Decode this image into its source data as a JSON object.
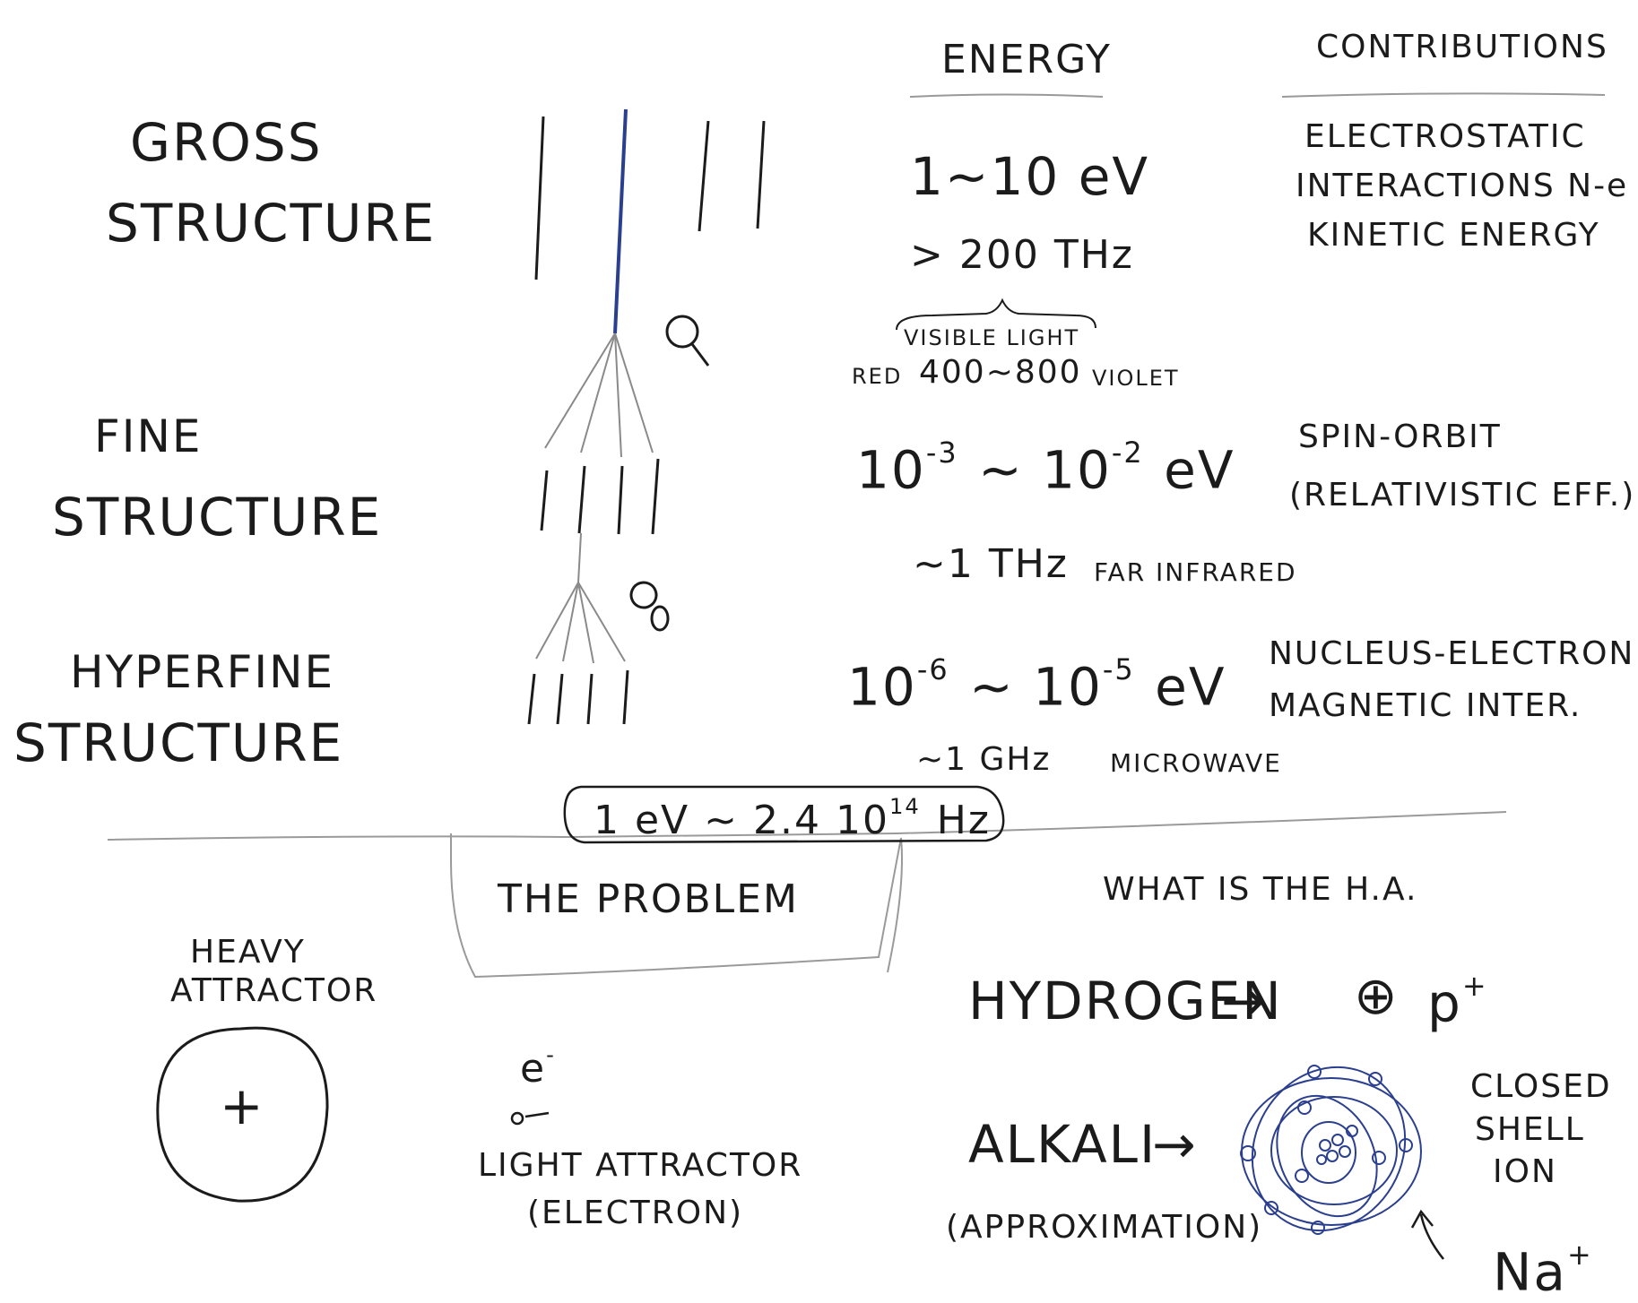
{
  "headers": {
    "energy": "ENERGY",
    "contributions": "CONTRIBUTIONS"
  },
  "levels": {
    "gross": {
      "line1": "GROSS",
      "line2": "STRUCTURE"
    },
    "fine": {
      "line1": "FINE",
      "line2": "STRUCTURE"
    },
    "hyperfine": {
      "line1": "HYPERFINE",
      "line2": "STRUCTURE"
    }
  },
  "energy": {
    "gross": {
      "range": "1~10 eV",
      "freq": "> 200 THz",
      "visible": "VISIBLE LIGHT",
      "red": "RED",
      "wavelength": "400~800",
      "violet": "VIOLET"
    },
    "fine": {
      "base1": "10",
      "exp1": "-3",
      "sep": "~",
      "base2": "10",
      "exp2": "-2",
      "unit": "eV",
      "freq": "~1 THz",
      "band": "FAR INFRARED"
    },
    "hyperfine": {
      "base1": "10",
      "exp1": "-6",
      "sep": "~",
      "base2": "10",
      "exp2": "-5",
      "unit": "eV",
      "freq": "~1 GHz",
      "band": "MICROWAVE"
    }
  },
  "contributions": {
    "gross": [
      "ELECTROSTATIC",
      "INTERACTIONS N-e",
      "KINETIC ENERGY"
    ],
    "fine": [
      "SPIN-ORBIT",
      "(RELATIVISTIC EFF.)"
    ],
    "hyperfine": [
      "NUCLEUS-ELECTRON",
      "MAGNETIC INTER."
    ]
  },
  "conversion": {
    "prefix": "1 eV ~ 2.4 10",
    "exp": "14",
    "unit": "Hz"
  },
  "problem": {
    "title": "THE PROBLEM",
    "heavy_line1": "HEAVY",
    "heavy_line2": "ATTRACTOR",
    "plus": "+",
    "electron": "e",
    "electron_sup": "-",
    "light_line1": "LIGHT ATTRACTOR",
    "light_line2": "(ELECTRON)"
  },
  "ha": {
    "question": "WHAT IS THE H.A.",
    "hydrogen": "HYDROGEN",
    "arrow": "→",
    "proton_symbol": "⊕",
    "proton": "p",
    "proton_sup": "+",
    "alkali": "ALKALI",
    "approx": "(APPROXIMATION)",
    "closed1": "CLOSED",
    "closed2": "SHELL",
    "closed3": "ION",
    "ion": "Na",
    "ion_sup": "+"
  },
  "colors": {
    "ink": "#1b1b1b",
    "blue": "#2b3f8f",
    "pencil": "#8a8a8a"
  }
}
